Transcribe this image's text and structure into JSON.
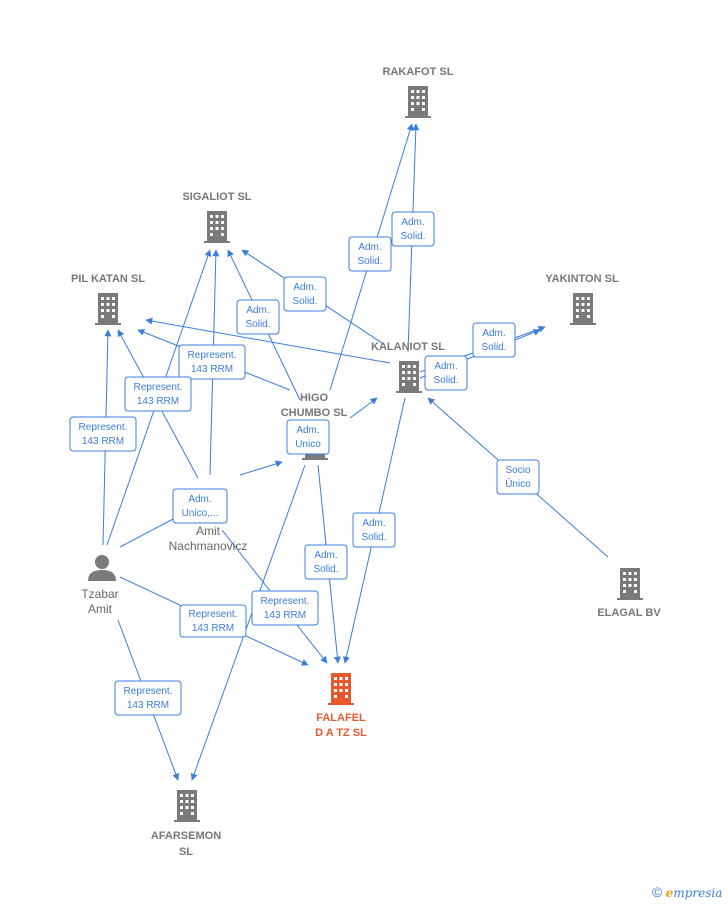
{
  "nodes": [
    {
      "id": "rakafot",
      "lines": [
        "RAKAFOT  SL"
      ],
      "kind": "company"
    },
    {
      "id": "sigaliot",
      "lines": [
        "SIGALIOT  SL"
      ],
      "kind": "company"
    },
    {
      "id": "pilkatan",
      "lines": [
        "PIL KATAN SL"
      ],
      "kind": "company"
    },
    {
      "id": "yakinton",
      "lines": [
        "YAKINTON  SL"
      ],
      "kind": "company"
    },
    {
      "id": "kalaniot",
      "lines": [
        "KALANIOT  SL"
      ],
      "kind": "company"
    },
    {
      "id": "higo",
      "lines": [
        "HIGO",
        "CHUMBO  SL"
      ],
      "kind": "company"
    },
    {
      "id": "elagal",
      "lines": [
        "ELAGAL BV"
      ],
      "kind": "company"
    },
    {
      "id": "falafel",
      "lines": [
        "FALAFEL",
        "D A TZ  SL"
      ],
      "kind": "focus"
    },
    {
      "id": "afarsemon",
      "lines": [
        "AFARSEMON",
        "SL"
      ],
      "kind": "company"
    },
    {
      "id": "amit",
      "lines": [
        "Amit",
        "Nachmanovicz"
      ],
      "kind": "person-text"
    },
    {
      "id": "tzabar",
      "lines": [
        "Tzabar",
        "Amit"
      ],
      "kind": "person"
    }
  ],
  "badges": [
    {
      "id": "b1",
      "lines": [
        "Adm.",
        "Solid."
      ]
    },
    {
      "id": "b2",
      "lines": [
        "Adm.",
        "Solid."
      ]
    },
    {
      "id": "b3",
      "lines": [
        "Adm.",
        "Solid."
      ]
    },
    {
      "id": "b4",
      "lines": [
        "Adm.",
        "Solid."
      ]
    },
    {
      "id": "b5",
      "lines": [
        "Adm.",
        "Solid."
      ]
    },
    {
      "id": "b6",
      "lines": [
        "Adm.",
        "Solid."
      ]
    },
    {
      "id": "b7",
      "lines": [
        "Represent.",
        "143 RRM"
      ]
    },
    {
      "id": "b8",
      "lines": [
        "Represent.",
        "143 RRM"
      ]
    },
    {
      "id": "b9",
      "lines": [
        "Represent.",
        "143 RRM"
      ]
    },
    {
      "id": "b10",
      "lines": [
        "Adm.",
        "Unico"
      ]
    },
    {
      "id": "b11",
      "lines": [
        "Socio",
        "Único"
      ]
    },
    {
      "id": "b12",
      "lines": [
        "Adm.",
        "Unico,..."
      ]
    },
    {
      "id": "b13",
      "lines": [
        "Adm.",
        "Solid."
      ]
    },
    {
      "id": "b14",
      "lines": [
        "Adm.",
        "Solid."
      ]
    },
    {
      "id": "b15",
      "lines": [
        "Represent.",
        "143 RRM"
      ]
    },
    {
      "id": "b16",
      "lines": [
        "Represent.",
        "143 RRM"
      ]
    },
    {
      "id": "b17",
      "lines": [
        "Represent.",
        "143 RRM"
      ]
    }
  ],
  "footer": {
    "copyright": "©",
    "brand_e": "e",
    "brand_rest": "mpresia"
  }
}
